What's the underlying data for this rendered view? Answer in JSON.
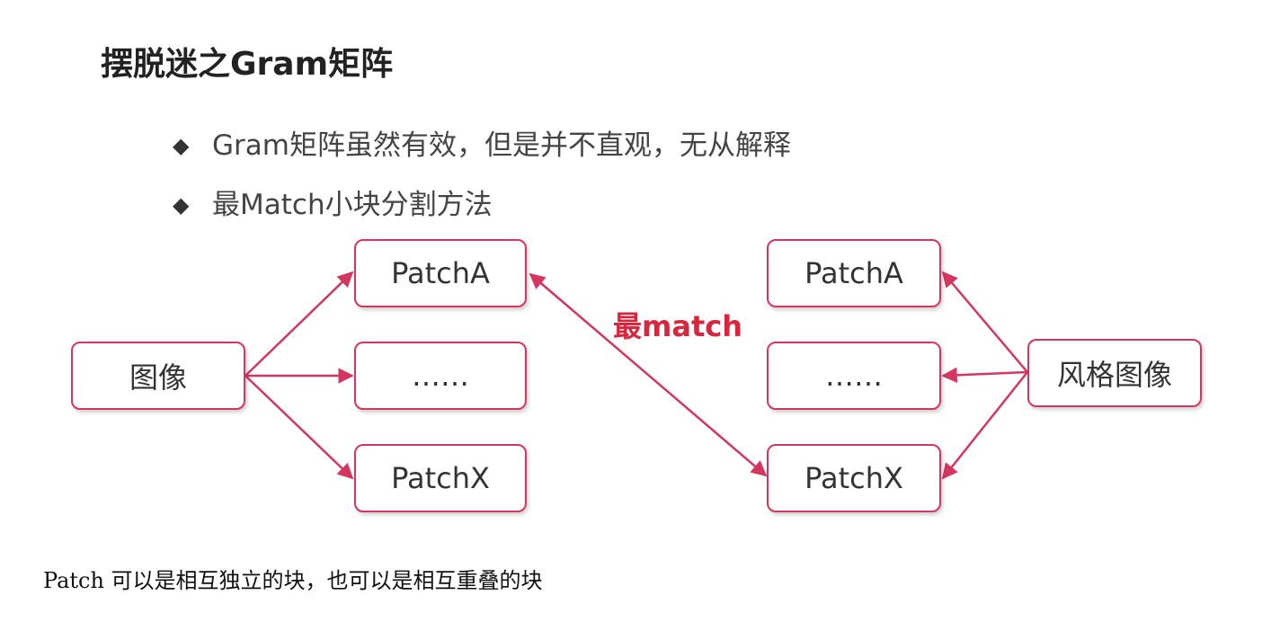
{
  "title": "摆脱迷之Gram矩阵",
  "bullets": [
    {
      "icon": "diamond-icon",
      "text": "Gram矩阵虽然有效，但是并不直观，无从解释"
    },
    {
      "icon": "diamond-icon",
      "text": "最Match小块分割方法"
    }
  ],
  "diagram": {
    "left_source": "图像",
    "left_patches": [
      "PatchA",
      "……",
      "PatchX"
    ],
    "right_patches": [
      "PatchA",
      "……",
      "PatchX"
    ],
    "right_source": "风格图像",
    "match_label": "最match",
    "colors": {
      "accent": "#d4365f",
      "match_text": "#d7263d"
    }
  },
  "caption": "Patch 可以是相互独立的块，也可以是相互重叠的块"
}
